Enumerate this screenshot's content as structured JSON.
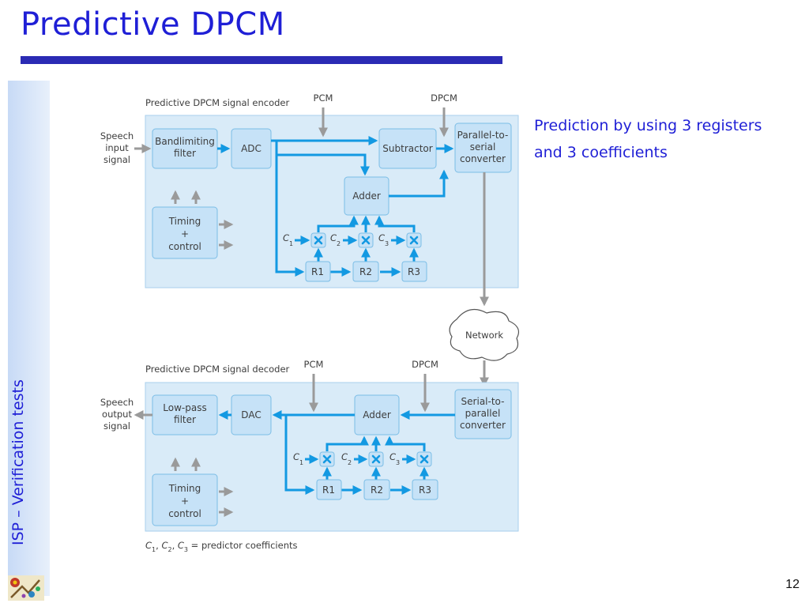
{
  "slide": {
    "title": "Predictive DPCM",
    "sidebar_label": "ISP – Verification tests",
    "note": "Prediction by using 3 registers and 3 coefficients",
    "page_number": "12"
  },
  "encoder": {
    "title": "Predictive DPCM signal encoder",
    "pcm": "PCM",
    "dpcm": "DPCM",
    "input_label": [
      "Speech",
      "input",
      "signal"
    ],
    "bandlimiting": [
      "Bandlimiting",
      "filter"
    ],
    "adc": "ADC",
    "subtractor": "Subtractor",
    "converter": [
      "Parallel-to-",
      "serial",
      "converter"
    ],
    "adder": "Adder",
    "timing": [
      "Timing",
      "+",
      "control"
    ],
    "coefficients": [
      "C",
      "C",
      "C"
    ],
    "coefficient_subscripts": [
      "1",
      "2",
      "3"
    ],
    "registers": [
      "R1",
      "R2",
      "R3"
    ]
  },
  "network": "Network",
  "decoder": {
    "title": "Predictive DPCM signal decoder",
    "pcm": "PCM",
    "dpcm": "DPCM",
    "output_label": [
      "Speech",
      "output",
      "signal"
    ],
    "lowpass": [
      "Low-pass",
      "filter"
    ],
    "dac": "DAC",
    "adder": "Adder",
    "converter": [
      "Serial-to-",
      "parallel",
      "converter"
    ],
    "timing": [
      "Timing",
      "+",
      "control"
    ],
    "coefficients": [
      "C",
      "C",
      "C"
    ],
    "coefficient_subscripts": [
      "1",
      "2",
      "3"
    ],
    "registers": [
      "R1",
      "R2",
      "R3"
    ]
  },
  "footnote": {
    "c1": "C",
    "s1": "1",
    "c2": "C",
    "s2": "2",
    "c3": "C",
    "s3": "3",
    "rest": " = predictor coefficients"
  },
  "colors": {
    "title_blue": "#1f1fd6",
    "rule_blue": "#2b2bb4",
    "panel_fill": "#d9ebf8",
    "block_fill": "#c6e2f7",
    "signal_blue": "#1399e2",
    "arrow_gray": "#9a9a9a"
  }
}
